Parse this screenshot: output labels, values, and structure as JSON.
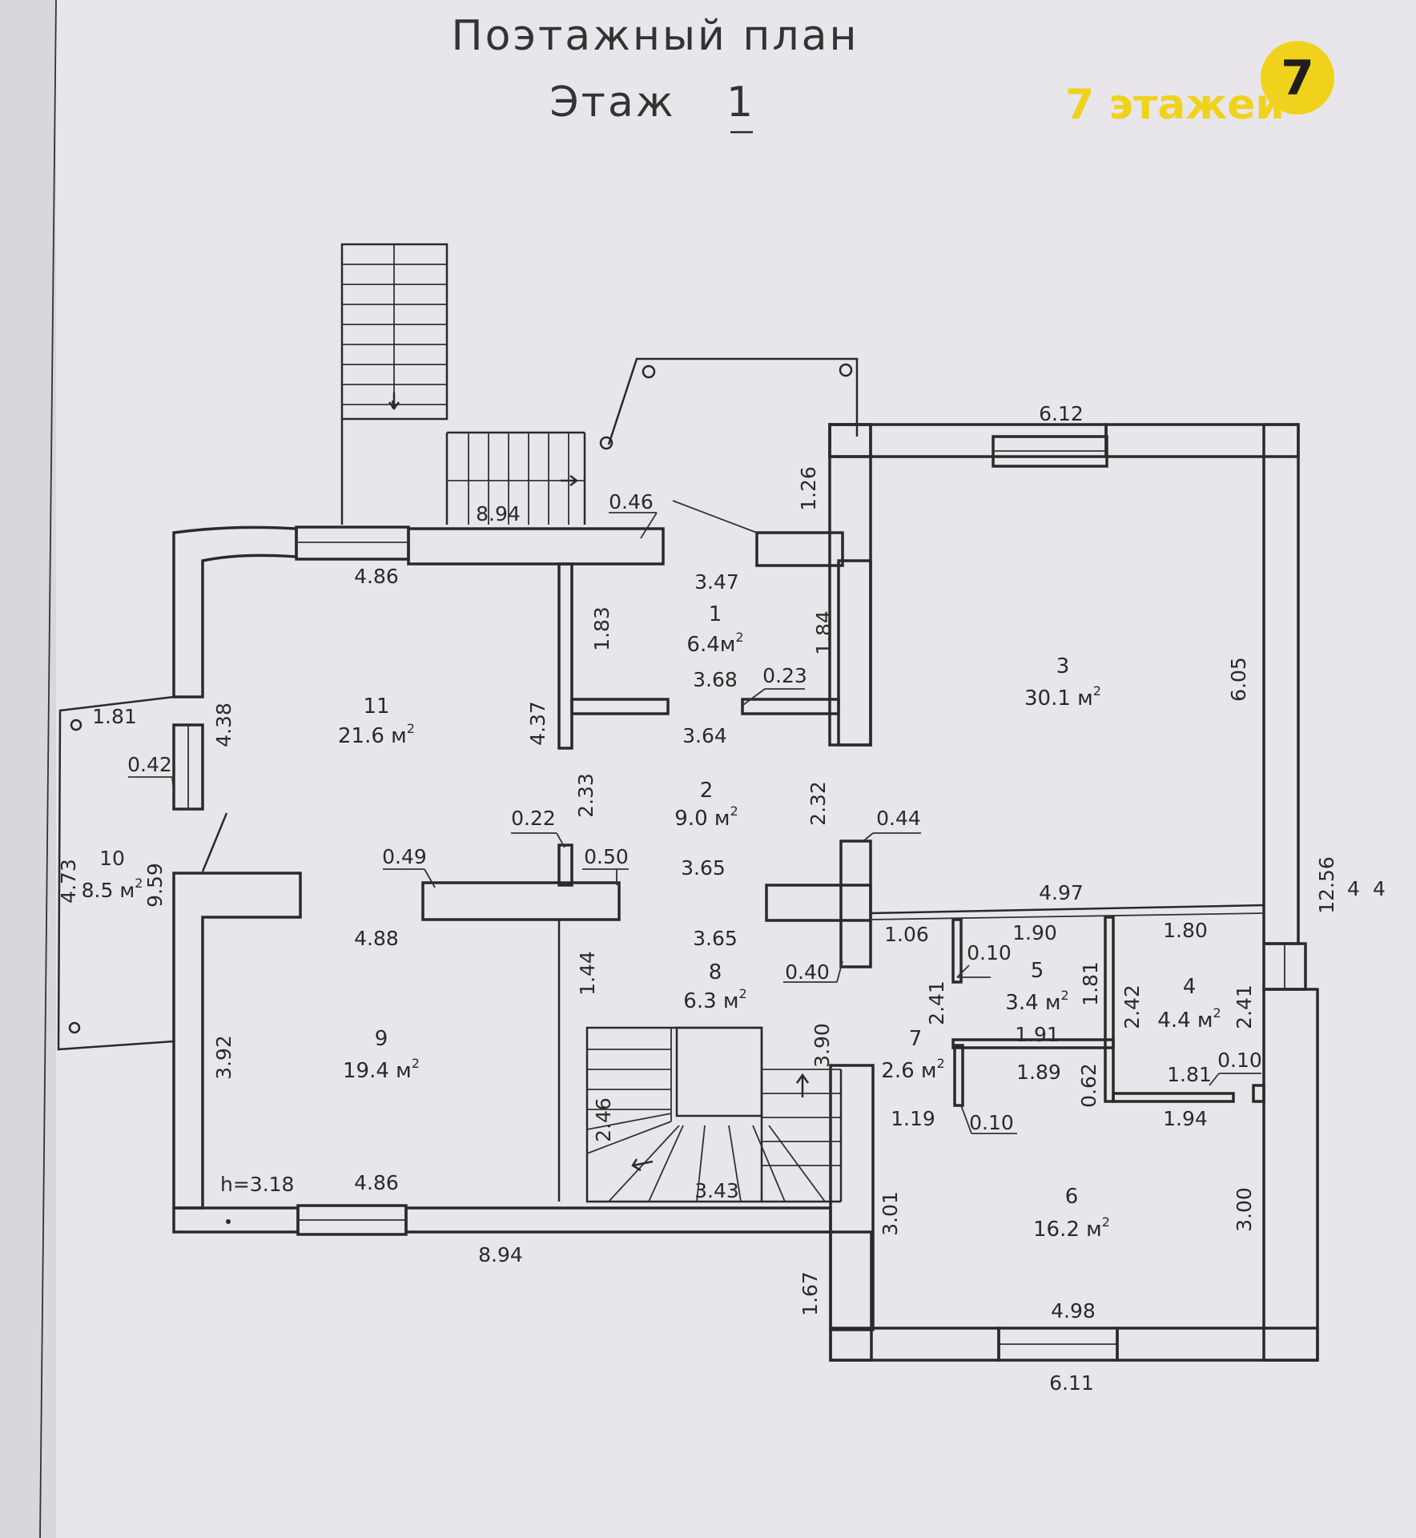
{
  "plan": {
    "title": "Поэтажный план",
    "floor_label": "Этаж",
    "floor_number": "1",
    "unit": "м",
    "height_note": "h=3.18"
  },
  "brand": {
    "name": "7 этажей",
    "logo_digit": "7",
    "color": "#f0d21c"
  },
  "rooms": [
    {
      "id": "1",
      "area": "6.4"
    },
    {
      "id": "2",
      "area": "9.0"
    },
    {
      "id": "3",
      "area": "30.1"
    },
    {
      "id": "4",
      "area": "4.4"
    },
    {
      "id": "5",
      "area": "3.4"
    },
    {
      "id": "6",
      "area": "16.2"
    },
    {
      "id": "7",
      "area": "2.6"
    },
    {
      "id": "8",
      "area": "6.3"
    },
    {
      "id": "9",
      "area": "19.4"
    },
    {
      "id": "10",
      "area": "8.5"
    },
    {
      "id": "11",
      "area": "21.6"
    }
  ],
  "dimensions": [
    "8.94",
    "4.86",
    "0.46",
    "3.47",
    "1.26",
    "6.12",
    "1.83",
    "1.84",
    "3.68",
    "0.23",
    "4.37",
    "4.38",
    "1.81",
    "0.42",
    "3.64",
    "6.05",
    "2.33",
    "2.32",
    "0.22",
    "0.44",
    "0.49",
    "0.50",
    "3.65",
    "4.73",
    "9.59",
    "4.97",
    "4.88",
    "3.65",
    "1.44",
    "0.40",
    "1.06",
    "1.90",
    "0.10",
    "1.80",
    "12.56",
    "2.41",
    "1.81",
    "2.42",
    "2.41",
    "3.92",
    "1.91",
    "3.90",
    "1.89",
    "0.62",
    "1.81",
    "0.10",
    "2.46",
    "1.19",
    "0.10",
    "1.94",
    "4.86",
    "3.43",
    "3.01",
    "3.00",
    "8.94",
    "1.67",
    "4.98",
    "6.11",
    "4",
    "4"
  ]
}
